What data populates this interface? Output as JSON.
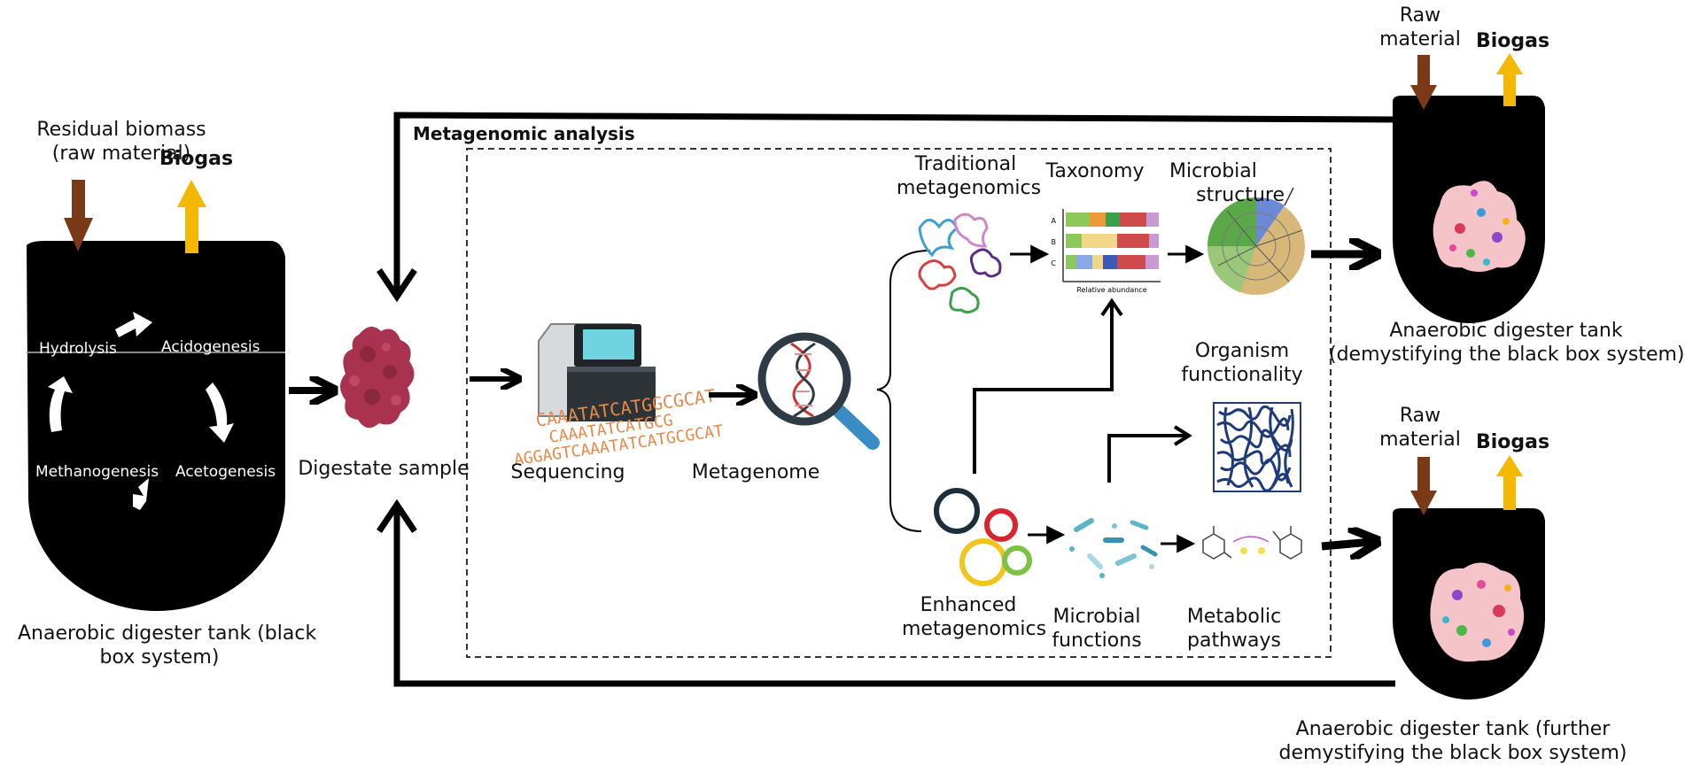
{
  "left_tank": {
    "input_label_line1": "Residual biomass",
    "input_label_line2": "(raw material)",
    "output_label": "Biogas",
    "stages": {
      "hydrolysis": "Hydrolysis",
      "acidogenesis": "Acidogenesis",
      "methanogenesis": "Methanogenesis",
      "acetogenesis": "Acetogenesis"
    },
    "caption_line1": "Anaerobic digester tank (black",
    "caption_line2": "box system)"
  },
  "digestate": {
    "label": "Digestate sample"
  },
  "analysis": {
    "title": "Metagenomic analysis",
    "sequencing": "Sequencing",
    "metagenome": "Metagenome",
    "sequence_lines": [
      "CAAATATCATGGCGCAT",
      "CAAATATCATGCG",
      "AGGAGTCAAATATCATGCGCAT"
    ],
    "traditional_line1": "Traditional",
    "traditional_line2": "metagenomics",
    "taxonomy": "Taxonomy",
    "taxonomy_rows": [
      "A",
      "B",
      "C"
    ],
    "taxonomy_axis": "Relative abundance",
    "microbial_structure_line1": "Microbial",
    "microbial_structure_line2": "structure",
    "organism_line1": "Organism",
    "organism_line2": "functionality",
    "enhanced_line1": "Enhanced",
    "enhanced_line2": "metagenomics",
    "microbial_functions_line1": "Microbial",
    "microbial_functions_line2": "functions",
    "metabolic_line1": "Metabolic",
    "metabolic_line2": "pathways"
  },
  "top_tank": {
    "input_line1": "Raw",
    "input_line2": "material",
    "output_label": "Biogas",
    "caption_line1": "Anaerobic digester tank",
    "caption_line2": "(demystifying the black box system)"
  },
  "bottom_tank": {
    "input_line1": "Raw",
    "input_line2": "material",
    "output_label": "Biogas",
    "caption_line1": "Anaerobic digester tank (further",
    "caption_line2": "demystifying the black box system)"
  },
  "colors": {
    "input_arrow": "#7a3a17",
    "biogas_arrow": "#f5b800",
    "tank": "#000000",
    "sample": "#a8324f"
  }
}
